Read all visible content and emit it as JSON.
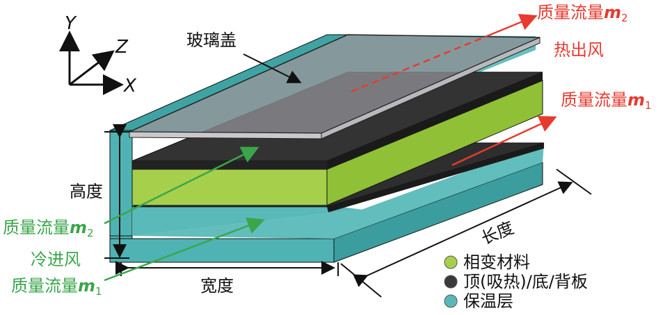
{
  "axes": {
    "y": "Y",
    "z": "Z",
    "x": "X"
  },
  "labels": {
    "glass_cover": "玻璃盖",
    "height": "高度",
    "width": "宽度",
    "length": "长度"
  },
  "hot_outlet": {
    "mass_flow_prefix": "质量流量",
    "mass_flow_m": "m",
    "mass_flow_sub": "2",
    "air": "热出风"
  },
  "outlet_m1": {
    "mass_flow_prefix": "质量流量",
    "mass_flow_m": "m",
    "mass_flow_sub": "1"
  },
  "cold_inlet": {
    "m2_prefix": "质量流量",
    "m2_m": "m",
    "m2_sub": "2",
    "air": "冷进风",
    "m1_prefix": "质量流量",
    "m1_m": "m",
    "m1_sub": "1"
  },
  "legend": [
    {
      "label": "相变材料",
      "color": "#a6d04b"
    },
    {
      "label": "顶(吸热)/底/背板",
      "color": "#3a3a3a"
    },
    {
      "label": "保温层",
      "color": "#5bb6b8"
    }
  ],
  "colors": {
    "insulation": "#4fb3b3",
    "insulation_dark": "#2f8f8f",
    "pcm": "#a6d04b",
    "pcm_side": "#8fc036",
    "plate": "#2e2e2e",
    "glass": "#a9a9ad",
    "hot_arrow": "#e83a2e",
    "cold_arrow": "#3aa64a"
  }
}
